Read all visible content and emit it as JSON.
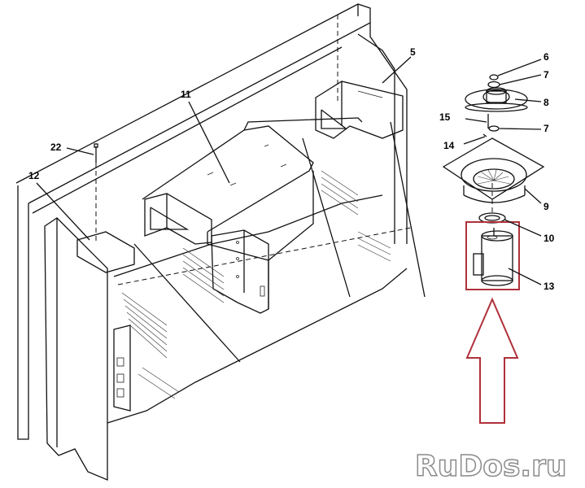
{
  "callouts": [
    {
      "id": "c6",
      "text": "6"
    },
    {
      "id": "c7a",
      "text": "7"
    },
    {
      "id": "c8",
      "text": "8"
    },
    {
      "id": "c15",
      "text": "15"
    },
    {
      "id": "c7b",
      "text": "7"
    },
    {
      "id": "c14",
      "text": "14"
    },
    {
      "id": "c9",
      "text": "9"
    },
    {
      "id": "c10",
      "text": "10"
    },
    {
      "id": "c13",
      "text": "13"
    },
    {
      "id": "c5",
      "text": "5"
    },
    {
      "id": "c11",
      "text": "11"
    },
    {
      "id": "c22",
      "text": "22"
    },
    {
      "id": "c12",
      "text": "12"
    }
  ],
  "highlight_color": "#b0303a",
  "watermark": {
    "text": "RuDos.ru",
    "fill": "#ffffff",
    "stroke": "#8a8a8a"
  }
}
